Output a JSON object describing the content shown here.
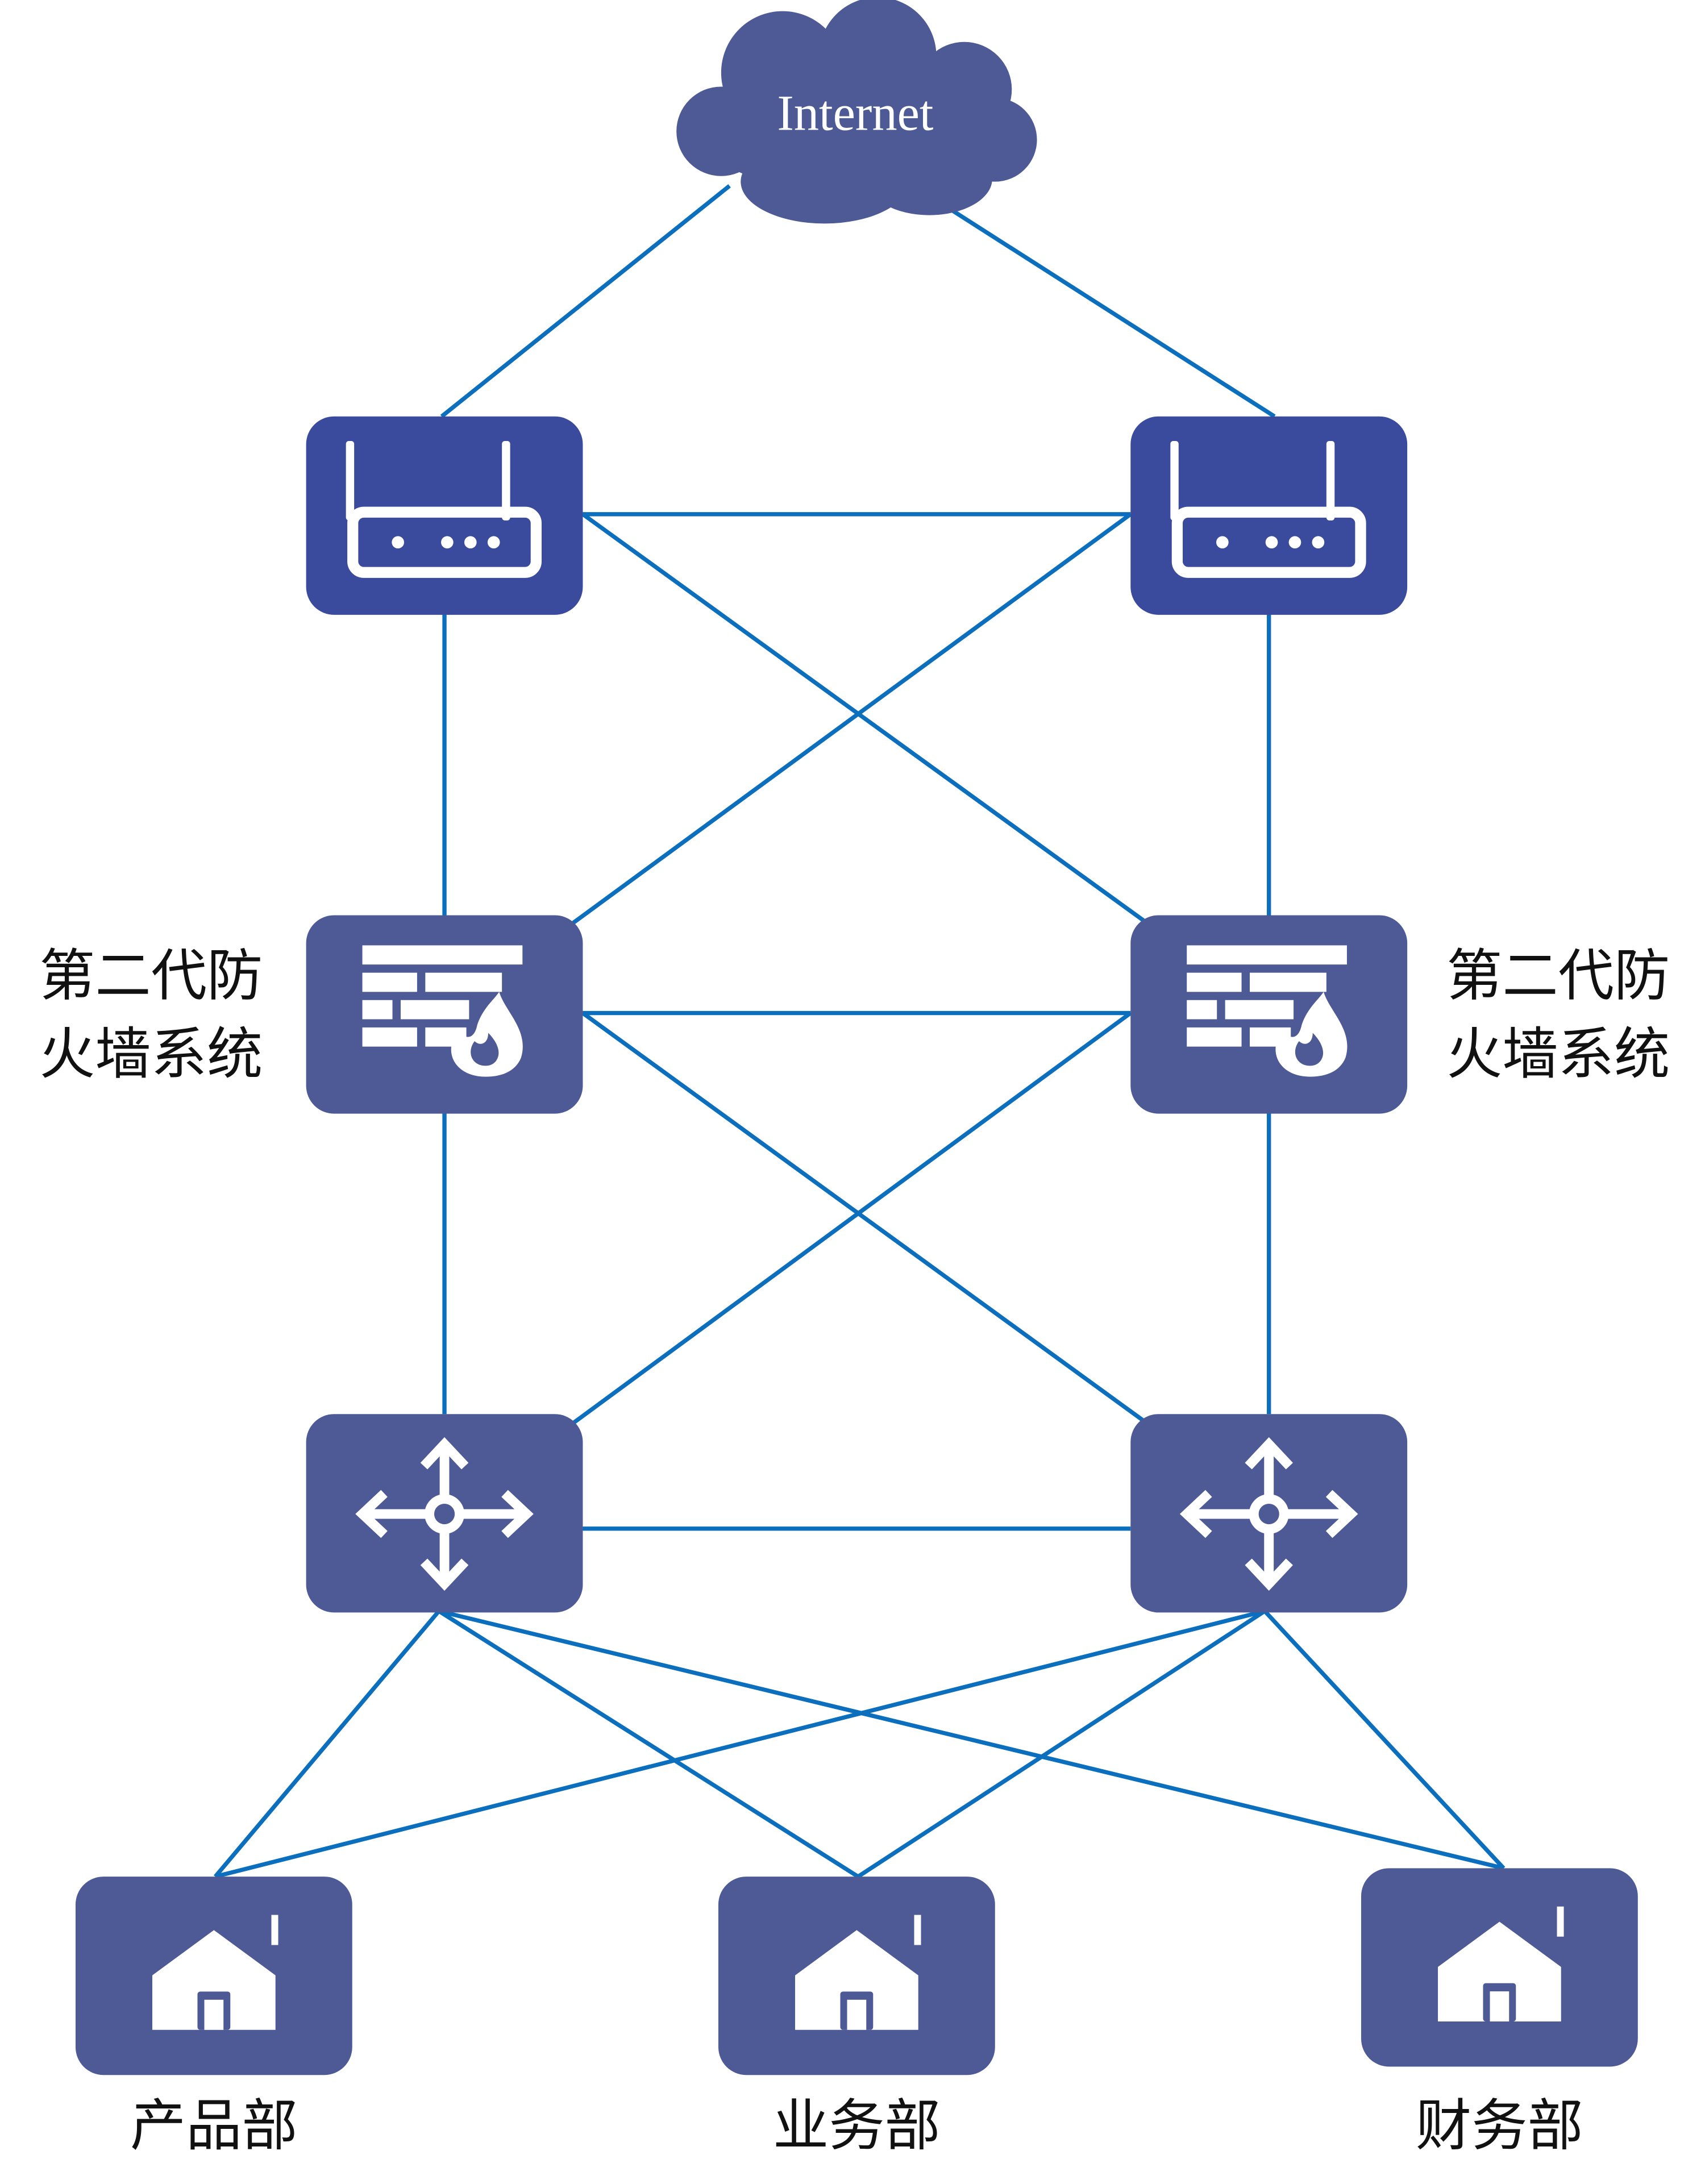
{
  "cloud": {
    "label": "Internet",
    "icon": "cloud-icon"
  },
  "routers": [
    {
      "icon": "wireless-router-icon"
    },
    {
      "icon": "wireless-router-icon"
    }
  ],
  "firewalls": [
    {
      "label_line1": "第二代防",
      "label_line2": "火墙系统",
      "icon": "firewall-icon"
    },
    {
      "label_line1": "第二代防",
      "label_line2": "火墙系统",
      "icon": "firewall-icon"
    }
  ],
  "switches": [
    {
      "icon": "layer3-switch-icon"
    },
    {
      "icon": "layer3-switch-icon"
    }
  ],
  "departments": [
    {
      "label": "产品部",
      "icon": "building-icon"
    },
    {
      "label": "业务部",
      "icon": "building-icon"
    },
    {
      "label": "财务部",
      "icon": "building-icon"
    }
  ],
  "colors": {
    "link": "#0b6fbe",
    "device": "#4e5a96",
    "router": "#3a4a9c",
    "cloud": "#4e5a96"
  }
}
